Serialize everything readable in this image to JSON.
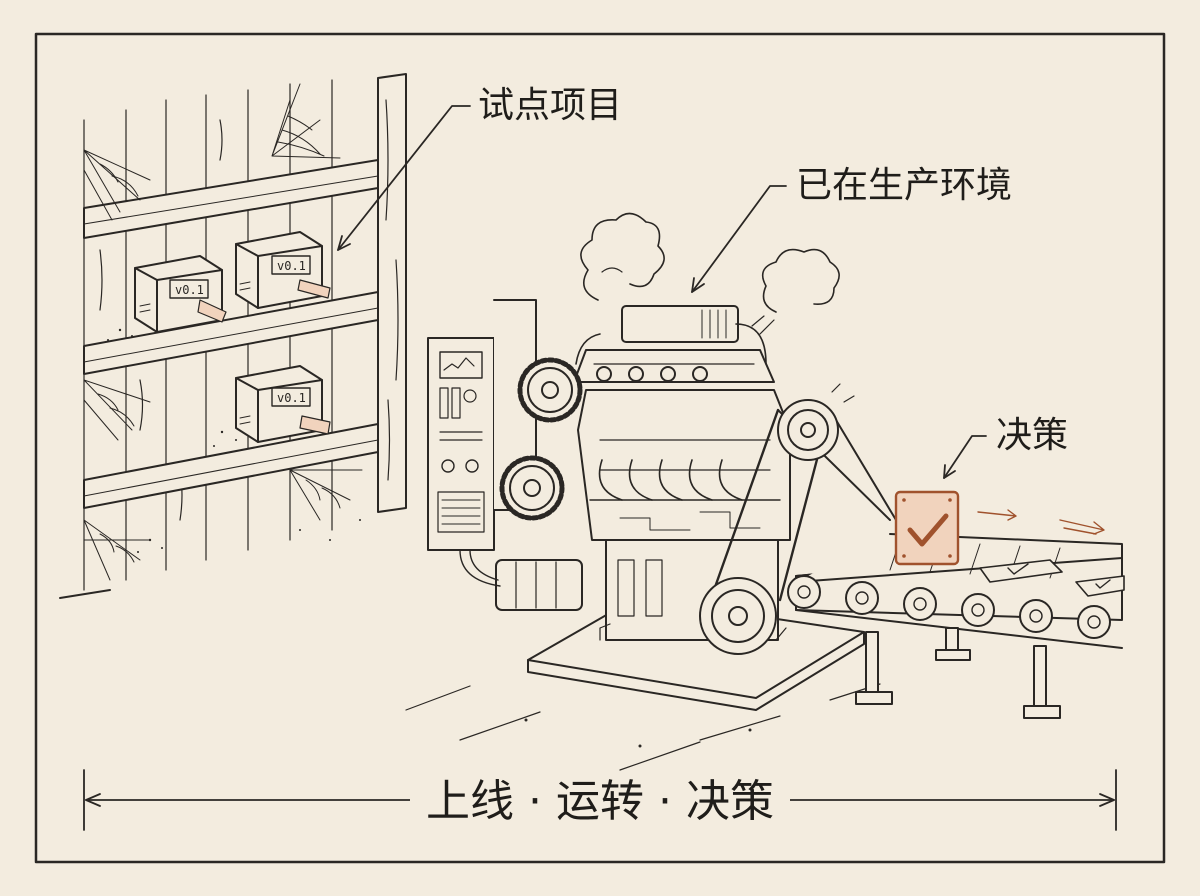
{
  "labels": {
    "pilot": "试点项目",
    "production": "已在生产环境",
    "decision": "决策"
  },
  "box_tag": "v0.1",
  "caption": "上线 · 运转 · 决策",
  "colors": {
    "background": "#f3ecdf",
    "ink": "#2a2724",
    "accent": "#a0522d",
    "accent_fill": "#f1d3bd"
  },
  "icons": [
    "cobweb-icon",
    "box-icon",
    "engine-icon",
    "gear-icon",
    "belt-icon",
    "conveyor-icon",
    "checkmark-icon",
    "arrow-icon",
    "steam-icon"
  ]
}
